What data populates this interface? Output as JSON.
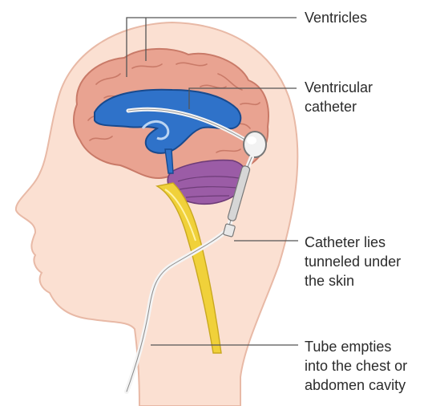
{
  "labels": {
    "ventricles": [
      "Ventricles"
    ],
    "ventricular_catheter": [
      "Ventricular",
      "catheter"
    ],
    "catheter_tunneled": [
      "Catheter lies",
      "tunneled under",
      "the skin"
    ],
    "tube_empties": [
      "Tube empties",
      "into the chest or",
      "abdomen cavity"
    ]
  },
  "colors": {
    "skin": "#fbe0d2",
    "skin_outline": "#e8b9a6",
    "brain": "#e9a391",
    "brain_outline": "#c97a68",
    "ventricles": "#2f72c9",
    "cerebellum": "#9b5ca6",
    "spinal_cord": "#f0d13a",
    "catheter": "#f4f4f4",
    "leader_line": "#555555"
  }
}
